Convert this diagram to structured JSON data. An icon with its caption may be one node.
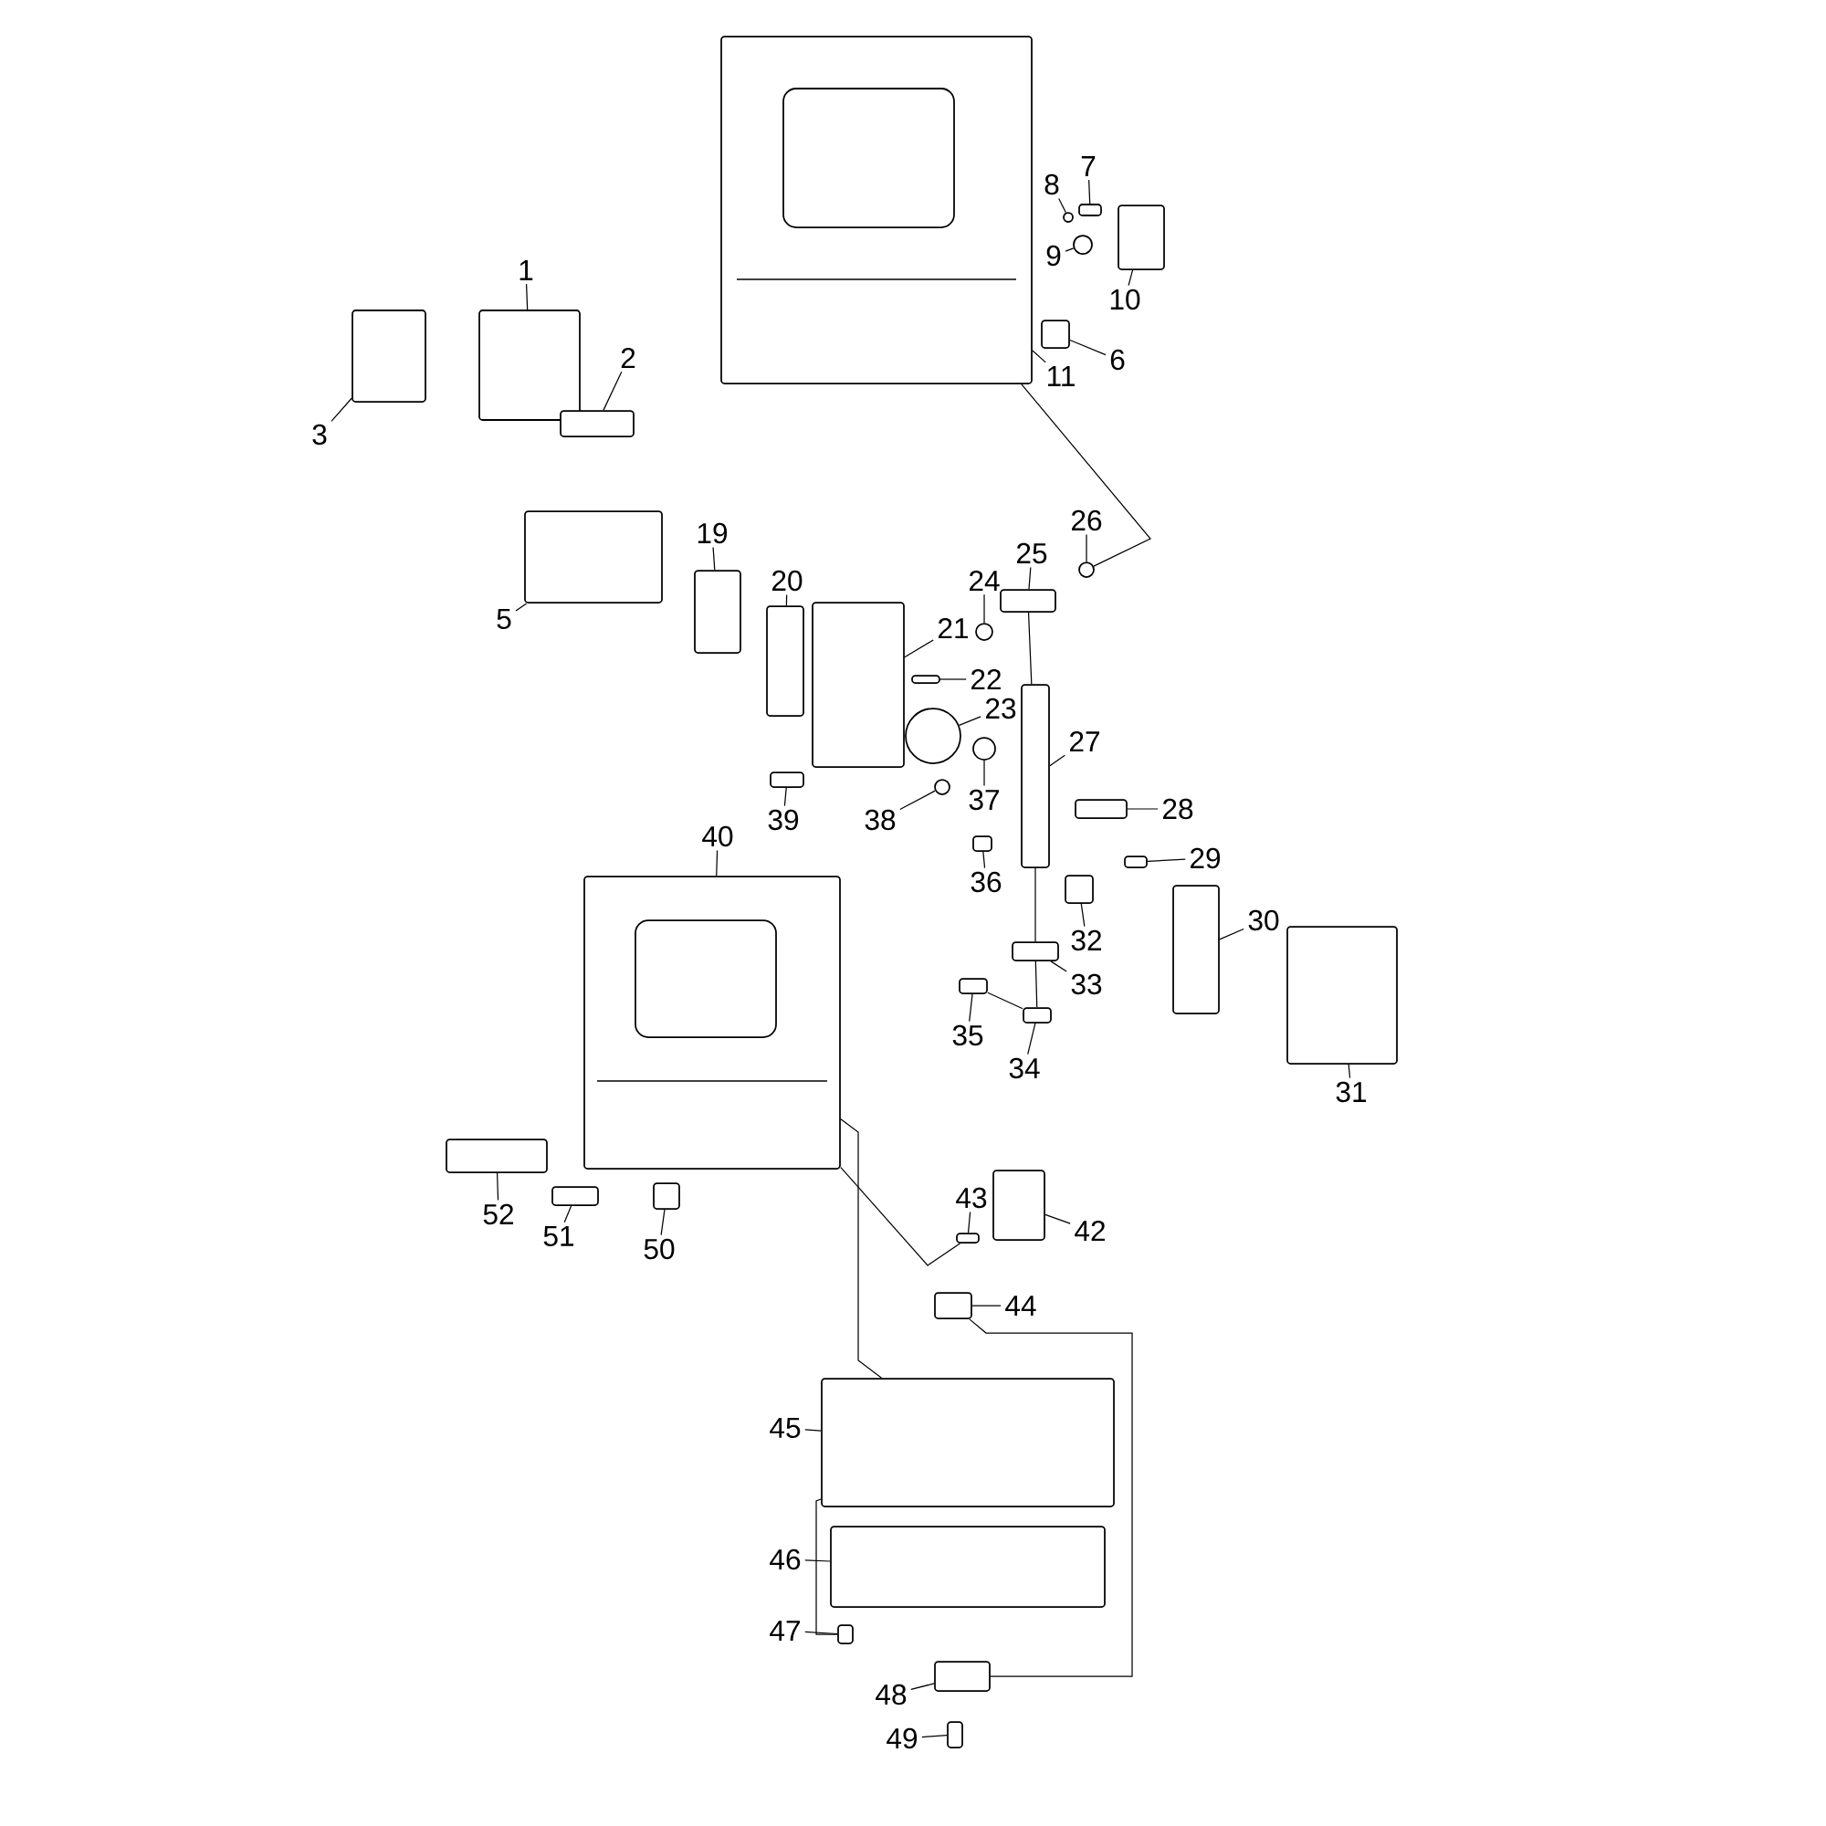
{
  "diagram": {
    "nodes": [
      {
        "text": [
          "1"
        ]
      },
      {
        "text": [],
        "shape": "box"
      },
      {
        "text": [
          "2"
        ]
      },
      {
        "text": [],
        "shape": "box"
      },
      {
        "text": [
          "3"
        ]
      },
      {
        "text": [],
        "shape": "box"
      },
      {
        "text": [
          "5"
        ]
      },
      {
        "text": [],
        "shape": "box"
      },
      {
        "text": [
          "6"
        ]
      },
      {
        "text": [],
        "shape": "box"
      },
      {
        "text": [
          "7"
        ]
      },
      {
        "text": [],
        "shape": "box"
      },
      {
        "text": [
          "8"
        ]
      },
      {
        "text": [],
        "shape": "circle"
      },
      {
        "text": [
          "9"
        ]
      },
      {
        "text": [],
        "shape": "circle"
      },
      {
        "text": [
          "10"
        ]
      },
      {
        "text": [],
        "shape": "box"
      },
      {
        "text": [
          "11"
        ]
      },
      {
        "text": [],
        "shape": "picture"
      },
      {
        "text": [
          "19"
        ]
      },
      {
        "text": [],
        "shape": "box"
      },
      {
        "text": [
          "20"
        ]
      },
      {
        "text": [],
        "shape": "box"
      },
      {
        "text": [
          "21"
        ]
      },
      {
        "text": [],
        "shape": "box"
      },
      {
        "text": [
          "22"
        ]
      },
      {
        "text": [],
        "shape": "box"
      },
      {
        "text": [
          "23"
        ]
      },
      {
        "text": [],
        "shape": "circle"
      },
      {
        "text": [
          "24"
        ]
      },
      {
        "text": [],
        "shape": "circle"
      },
      {
        "text": [
          "25"
        ]
      },
      {
        "text": [],
        "shape": "box"
      },
      {
        "text": [
          "26"
        ]
      },
      {
        "text": [],
        "shape": "circle"
      },
      {
        "text": [
          "27"
        ]
      },
      {
        "text": [],
        "shape": "box"
      },
      {
        "text": [
          "28"
        ]
      },
      {
        "text": [],
        "shape": "box"
      },
      {
        "text": [
          "29"
        ]
      },
      {
        "text": [],
        "shape": "box"
      },
      {
        "text": [
          "30"
        ]
      },
      {
        "text": [],
        "shape": "box"
      },
      {
        "text": [
          "31"
        ]
      },
      {
        "text": [],
        "shape": "box"
      },
      {
        "text": [
          "32"
        ]
      },
      {
        "text": [],
        "shape": "box"
      },
      {
        "text": [
          "33"
        ]
      },
      {
        "text": [],
        "shape": "box"
      },
      {
        "text": [
          "34"
        ]
      },
      {
        "text": [],
        "shape": "box"
      },
      {
        "text": [
          "35"
        ]
      },
      {
        "text": [],
        "shape": "box"
      },
      {
        "text": [
          "36"
        ]
      },
      {
        "text": [],
        "shape": "box"
      },
      {
        "text": [
          "37"
        ]
      },
      {
        "text": [],
        "shape": "circle"
      },
      {
        "text": [
          "38"
        ]
      },
      {
        "text": [],
        "shape": "circle"
      },
      {
        "text": [
          "39"
        ]
      },
      {
        "text": [],
        "shape": "box"
      },
      {
        "text": [
          "40"
        ]
      },
      {
        "text": [],
        "shape": "picture"
      },
      {
        "text": [
          "42"
        ]
      },
      {
        "text": [],
        "shape": "box"
      },
      {
        "text": [
          "43"
        ]
      },
      {
        "text": [],
        "shape": "box"
      },
      {
        "text": [
          "44"
        ]
      },
      {
        "text": [],
        "shape": "box"
      },
      {
        "text": [
          "45"
        ]
      },
      {
        "text": [],
        "shape": "box"
      },
      {
        "text": [
          "46"
        ]
      },
      {
        "text": [],
        "shape": "box"
      },
      {
        "text": [
          "47"
        ]
      },
      {
        "text": [],
        "shape": "box"
      },
      {
        "text": [
          "48"
        ]
      },
      {
        "text": [],
        "shape": "box"
      },
      {
        "text": [
          "49"
        ]
      },
      {
        "text": [],
        "shape": "box"
      },
      {
        "text": [
          "50"
        ]
      },
      {
        "text": [],
        "shape": "box"
      },
      {
        "text": [
          "51"
        ]
      },
      {
        "text": [],
        "shape": "box"
      },
      {
        "text": [
          "52"
        ]
      },
      {
        "text": [],
        "shape": "box"
      }
    ],
    "edges": [
      {
        "from": 0,
        "to": 1,
        "arrow": "none"
      },
      {
        "from": 2,
        "to": 3,
        "arrow": "none"
      },
      {
        "from": 4,
        "to": 5,
        "arrow": "none"
      },
      {
        "from": 6,
        "to": 7,
        "arrow": "none"
      },
      {
        "from": 8,
        "to": 9,
        "arrow": "none"
      },
      {
        "from": 10,
        "to": 11,
        "arrow": "none"
      },
      {
        "from": 12,
        "to": 13,
        "arrow": "none"
      },
      {
        "from": 14,
        "to": 15,
        "arrow": "none"
      },
      {
        "from": 16,
        "to": 17,
        "arrow": "none"
      },
      {
        "from": 18,
        "to": 19,
        "arrow": "none"
      },
      {
        "from": 20,
        "to": 21,
        "arrow": "none"
      },
      {
        "from": 22,
        "to": 23,
        "arrow": "none"
      },
      {
        "from": 24,
        "to": 25,
        "arrow": "none"
      },
      {
        "from": 26,
        "to": 27,
        "arrow": "none"
      },
      {
        "from": 28,
        "to": 29,
        "arrow": "none"
      },
      {
        "from": 30,
        "to": 31,
        "arrow": "none"
      },
      {
        "from": 32,
        "to": 33,
        "arrow": "none"
      },
      {
        "from": 34,
        "to": 35,
        "arrow": "none"
      },
      {
        "from": 36,
        "to": 37,
        "arrow": "none"
      },
      {
        "from": 38,
        "to": 39,
        "arrow": "none"
      },
      {
        "from": 40,
        "to": 41,
        "arrow": "none"
      },
      {
        "from": 42,
        "to": 43,
        "arrow": "none"
      },
      {
        "from": 44,
        "to": 45,
        "arrow": "none"
      },
      {
        "from": 46,
        "to": 47,
        "arrow": "none"
      },
      {
        "from": 48,
        "to": 49,
        "arrow": "none"
      },
      {
        "from": 50,
        "to": 51,
        "arrow": "none"
      },
      {
        "from": 52,
        "to": 53,
        "arrow": "none"
      },
      {
        "from": 54,
        "to": 55,
        "arrow": "none"
      },
      {
        "from": 56,
        "to": 57,
        "arrow": "none"
      },
      {
        "from": 58,
        "to": 59,
        "arrow": "none"
      },
      {
        "from": 60,
        "to": 61,
        "arrow": "none"
      },
      {
        "from": 62,
        "to": 63,
        "arrow": "none"
      },
      {
        "from": 64,
        "to": 65,
        "arrow": "none"
      },
      {
        "from": 66,
        "to": 67,
        "arrow": "none"
      },
      {
        "from": 68,
        "to": 69,
        "arrow": "none"
      },
      {
        "from": 70,
        "to": 71,
        "arrow": "none"
      },
      {
        "from": 72,
        "to": 73,
        "arrow": "none"
      },
      {
        "from": 74,
        "to": 75,
        "arrow": "none"
      },
      {
        "from": 76,
        "to": 77,
        "arrow": "none"
      },
      {
        "from": 78,
        "to": 79,
        "arrow": "none"
      },
      {
        "from": 80,
        "to": 81,
        "arrow": "none"
      },
      {
        "from": 82,
        "to": 83,
        "arrow": "none"
      },
      {
        "from": 84,
        "to": 85,
        "arrow": "none"
      },
      {
        "from": 19,
        "to": 35,
        "arrow": "none"
      },
      {
        "from": 33,
        "to": 37,
        "arrow": "none"
      },
      {
        "from": 37,
        "to": 49,
        "arrow": "none"
      },
      {
        "from": 49,
        "to": 51,
        "arrow": "none"
      },
      {
        "from": 53,
        "to": 51,
        "arrow": "none"
      },
      {
        "from": 63,
        "to": 67,
        "arrow": "none"
      },
      {
        "from": 63,
        "to": 71,
        "arrow": "none"
      },
      {
        "from": 69,
        "to": 77,
        "arrow": "none"
      },
      {
        "from": 71,
        "to": 75,
        "arrow": "none"
      }
    ]
  }
}
